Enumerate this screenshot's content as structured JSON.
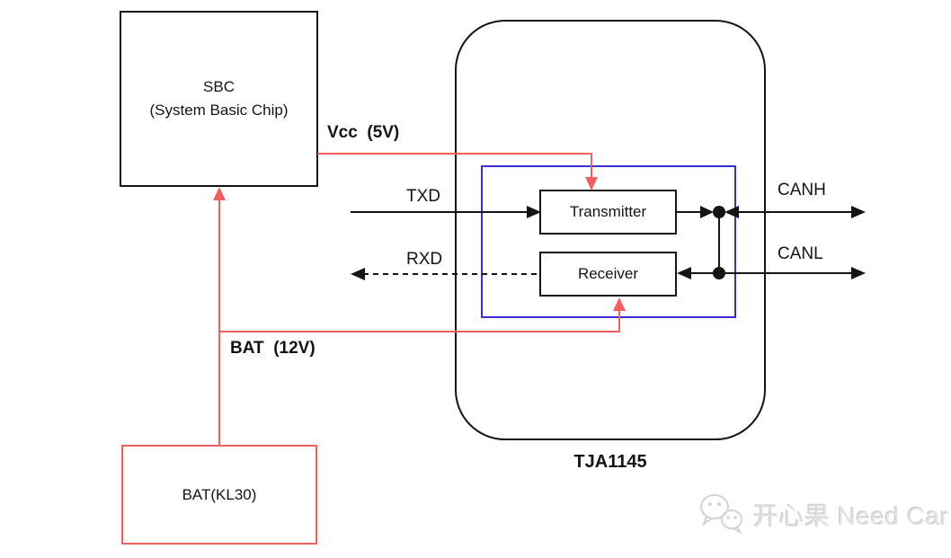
{
  "diagram": {
    "blocks": {
      "sbc": {
        "line1": "SBC",
        "line2": "(System Basic Chip)"
      },
      "bat_kl30": {
        "label": "BAT(KL30)"
      },
      "transmitter": {
        "label": "Transmitter"
      },
      "receiver": {
        "label": "Receiver"
      },
      "chip": {
        "label": "TJA1145"
      }
    },
    "signals": {
      "vcc": "Vcc  (5V)",
      "bat": "BAT  (12V)",
      "txd": "TXD",
      "rxd": "RXD",
      "canh": "CANH",
      "canl": "CANL"
    },
    "colors": {
      "power_line": "#f25f5f",
      "logic_boundary": "#3b2cd5",
      "signal_line": "#141414"
    }
  },
  "watermark": {
    "text": "开心果 Need Car",
    "logo": "wechat-chat-bubbles-icon"
  }
}
